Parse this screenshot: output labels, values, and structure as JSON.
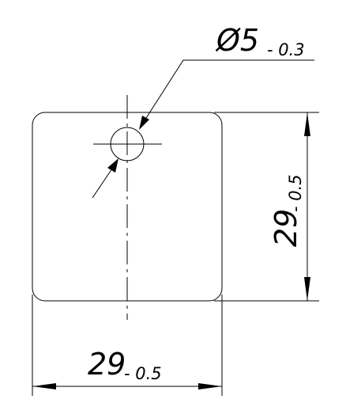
{
  "drawing": {
    "diameter_symbol": "Ø",
    "hole_nominal": "5",
    "hole_tolerance": "- 0.3",
    "height_nominal": "29",
    "height_tolerance": "- 0.5",
    "width_nominal": "29",
    "width_tolerance": "- 0.5"
  },
  "colors": {
    "line": "#000000",
    "background": "#ffffff"
  }
}
